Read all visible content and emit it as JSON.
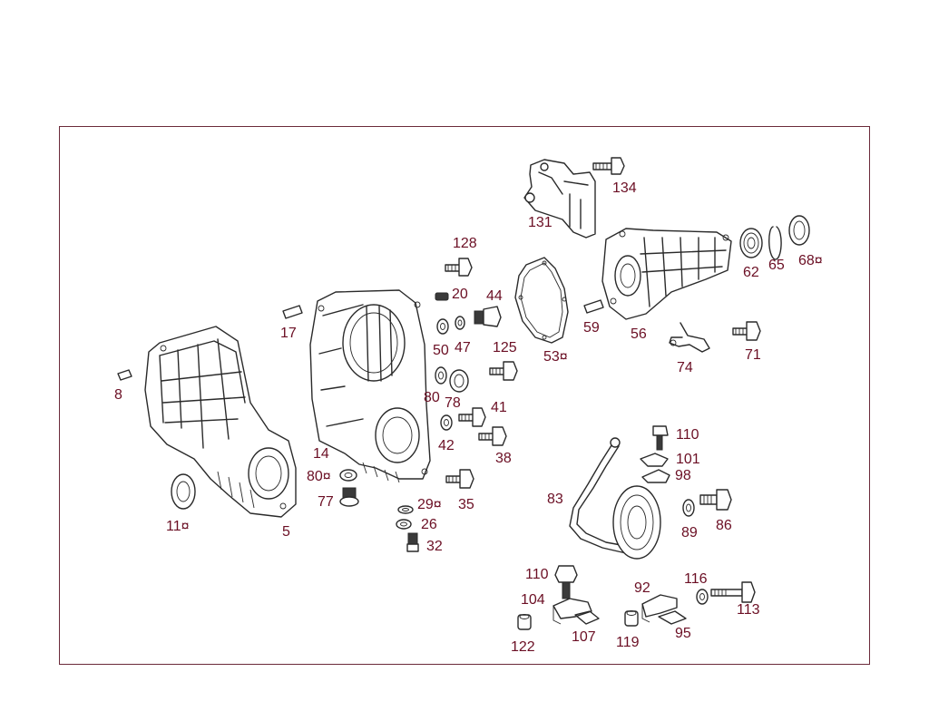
{
  "diagram": {
    "labels": [
      {
        "id": "p134",
        "text": "134"
      },
      {
        "id": "p131",
        "text": "131"
      },
      {
        "id": "p128",
        "text": "128"
      },
      {
        "id": "p20",
        "text": "20"
      },
      {
        "id": "p44",
        "text": "44"
      },
      {
        "id": "p17",
        "text": "17"
      },
      {
        "id": "p50",
        "text": "50"
      },
      {
        "id": "p47",
        "text": "47"
      },
      {
        "id": "p125",
        "text": "125"
      },
      {
        "id": "p53",
        "text": "53¤"
      },
      {
        "id": "p59",
        "text": "59"
      },
      {
        "id": "p56",
        "text": "56"
      },
      {
        "id": "p62",
        "text": "62"
      },
      {
        "id": "p65",
        "text": "65"
      },
      {
        "id": "p68",
        "text": "68¤"
      },
      {
        "id": "p71",
        "text": "71"
      },
      {
        "id": "p74",
        "text": "74"
      },
      {
        "id": "p8",
        "text": "8"
      },
      {
        "id": "p80a",
        "text": "80"
      },
      {
        "id": "p78",
        "text": "78"
      },
      {
        "id": "p41",
        "text": "41"
      },
      {
        "id": "p42",
        "text": "42"
      },
      {
        "id": "p38",
        "text": "38"
      },
      {
        "id": "p14",
        "text": "14"
      },
      {
        "id": "p80b",
        "text": "80¤"
      },
      {
        "id": "p77",
        "text": "77"
      },
      {
        "id": "p29",
        "text": "29¤"
      },
      {
        "id": "p35",
        "text": "35"
      },
      {
        "id": "p26",
        "text": "26"
      },
      {
        "id": "p32",
        "text": "32"
      },
      {
        "id": "p11",
        "text": "11¤"
      },
      {
        "id": "p5",
        "text": "5"
      },
      {
        "id": "p110a",
        "text": "110"
      },
      {
        "id": "p101",
        "text": "101"
      },
      {
        "id": "p98",
        "text": "98"
      },
      {
        "id": "p83",
        "text": "83"
      },
      {
        "id": "p89",
        "text": "89"
      },
      {
        "id": "p86",
        "text": "86"
      },
      {
        "id": "p110b",
        "text": "110"
      },
      {
        "id": "p104",
        "text": "104"
      },
      {
        "id": "p92",
        "text": "92"
      },
      {
        "id": "p116",
        "text": "116"
      },
      {
        "id": "p113",
        "text": "113"
      },
      {
        "id": "p122",
        "text": "122"
      },
      {
        "id": "p107",
        "text": "107"
      },
      {
        "id": "p119",
        "text": "119"
      },
      {
        "id": "p95",
        "text": "95"
      }
    ]
  }
}
